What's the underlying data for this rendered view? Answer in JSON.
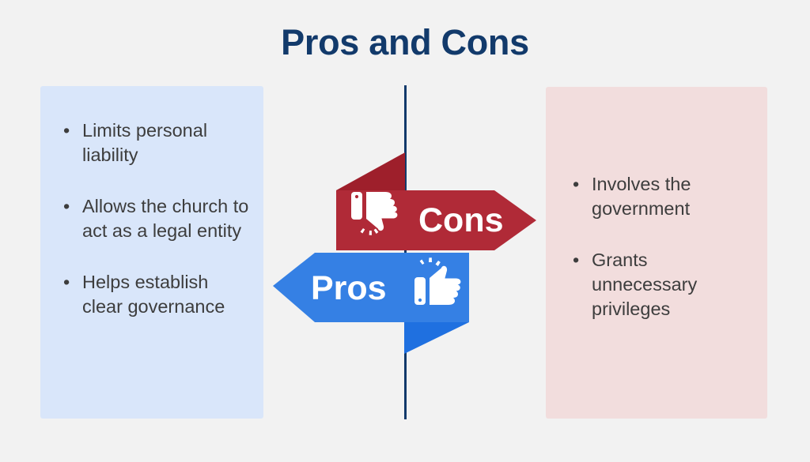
{
  "page": {
    "title": "Pros and Cons",
    "background_color": "#f2f2f2",
    "title_color": "#123a6b"
  },
  "spine": {
    "color": "#123a6b"
  },
  "left_panel": {
    "name": "pros-panel",
    "background_color": "#d9e6fa",
    "text_color": "#3d3d3d",
    "bullet_char": "•",
    "items": [
      {
        "text": "Limits personal liability"
      },
      {
        "text": "Allows the church to act as a legal entity"
      },
      {
        "text": "Helps establish clear governance"
      }
    ]
  },
  "right_panel": {
    "name": "cons-panel",
    "background_color": "#f2dddd",
    "text_color": "#3d3d3d",
    "bullet_char": "•",
    "items": [
      {
        "text": "Involves the government"
      },
      {
        "text": "Grants unnecessary privileges"
      }
    ]
  },
  "banners": {
    "cons": {
      "label": "Cons",
      "icon": "thumbs-down-icon",
      "arrow_direction": "right",
      "fill_color": "#b02a37",
      "fold_color": "#9e1f2b",
      "label_color": "#ffffff"
    },
    "pros": {
      "label": "Pros",
      "icon": "thumbs-up-icon",
      "arrow_direction": "left",
      "fill_color": "#3580e4",
      "fold_color": "#1f70e0",
      "label_color": "#ffffff"
    }
  }
}
